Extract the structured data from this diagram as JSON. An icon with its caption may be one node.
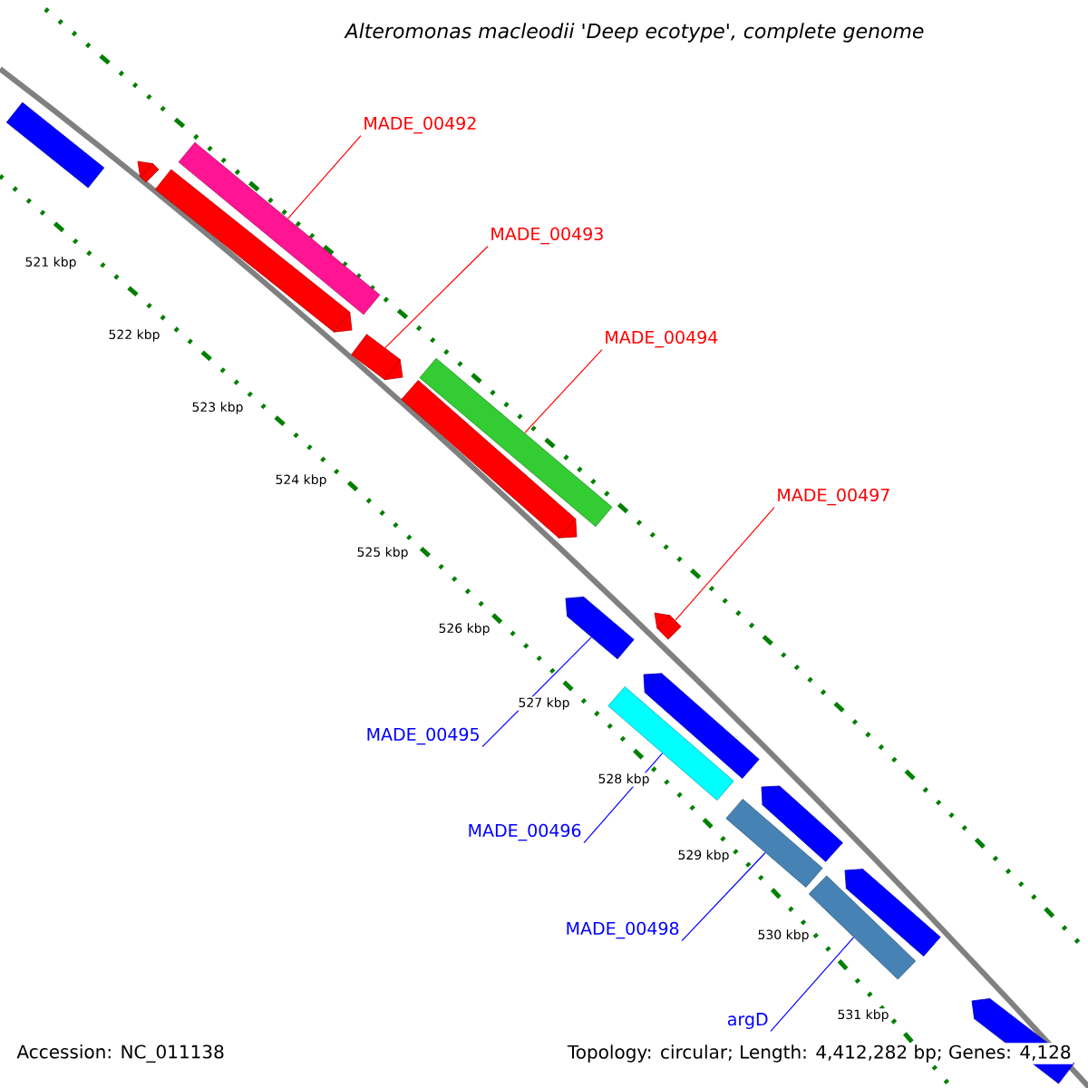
{
  "diagram": {
    "title": "Alteromonas macleodii 'Deep ecotype', complete genome",
    "nodes": [
      {
        "text": [
          "MADE_00492"
        ]
      },
      {
        "text": [],
        "shape": "bar"
      },
      {
        "text": [
          "MADE_00493"
        ]
      },
      {
        "text": [],
        "shape": "bar"
      },
      {
        "text": [
          "MADE_00494"
        ]
      },
      {
        "text": [],
        "shape": "bar"
      },
      {
        "text": [
          "MADE_00497"
        ]
      },
      {
        "text": [],
        "shape": "bar"
      },
      {
        "text": [
          "MADE_00495"
        ]
      },
      {
        "text": [],
        "shape": "bar"
      },
      {
        "text": [
          "MADE_00496"
        ]
      },
      {
        "text": [],
        "shape": "bar"
      },
      {
        "text": [
          "MADE_00498"
        ]
      },
      {
        "text": [],
        "shape": "bar"
      },
      {
        "text": [
          "argD"
        ]
      },
      {
        "text": [],
        "shape": "bar"
      },
      {
        "text": [],
        "shape": "bar"
      },
      {
        "text": [],
        "shape": "bar"
      },
      {
        "text": [],
        "shape": "bar"
      },
      {
        "text": [],
        "shape": "bar"
      },
      {
        "text": [],
        "shape": "bar"
      },
      {
        "text": [],
        "shape": "bar"
      },
      {
        "text": [],
        "shape": "bar"
      },
      {
        "text": [],
        "shape": "bar"
      }
    ],
    "edges": [
      {
        "from": 0,
        "to": 1,
        "arrow": "none"
      },
      {
        "from": 2,
        "to": 3,
        "arrow": "none"
      },
      {
        "from": 4,
        "to": 5,
        "arrow": "none"
      },
      {
        "from": 6,
        "to": 7,
        "arrow": "none"
      },
      {
        "from": 8,
        "to": 9,
        "arrow": "none",
        "color": "#0000ff"
      },
      {
        "from": 10,
        "to": 11,
        "arrow": "none",
        "color": "#0000ff"
      },
      {
        "from": 12,
        "to": 13,
        "arrow": "none",
        "color": "#0000ff"
      },
      {
        "from": 14,
        "to": 15,
        "arrow": "none",
        "color": "#0000ff"
      }
    ],
    "labels": [
      "521 kbp",
      "522 kbp",
      "523 kbp",
      "524 kbp",
      "525 kbp",
      "526 kbp",
      "527 kbp",
      "528 kbp",
      "529 kbp",
      "530 kbp",
      "531 kbp",
      "Accession: NC_011138",
      "Topology: circular; Length: 4,412,282 bp; Genes: 4,128"
    ]
  }
}
